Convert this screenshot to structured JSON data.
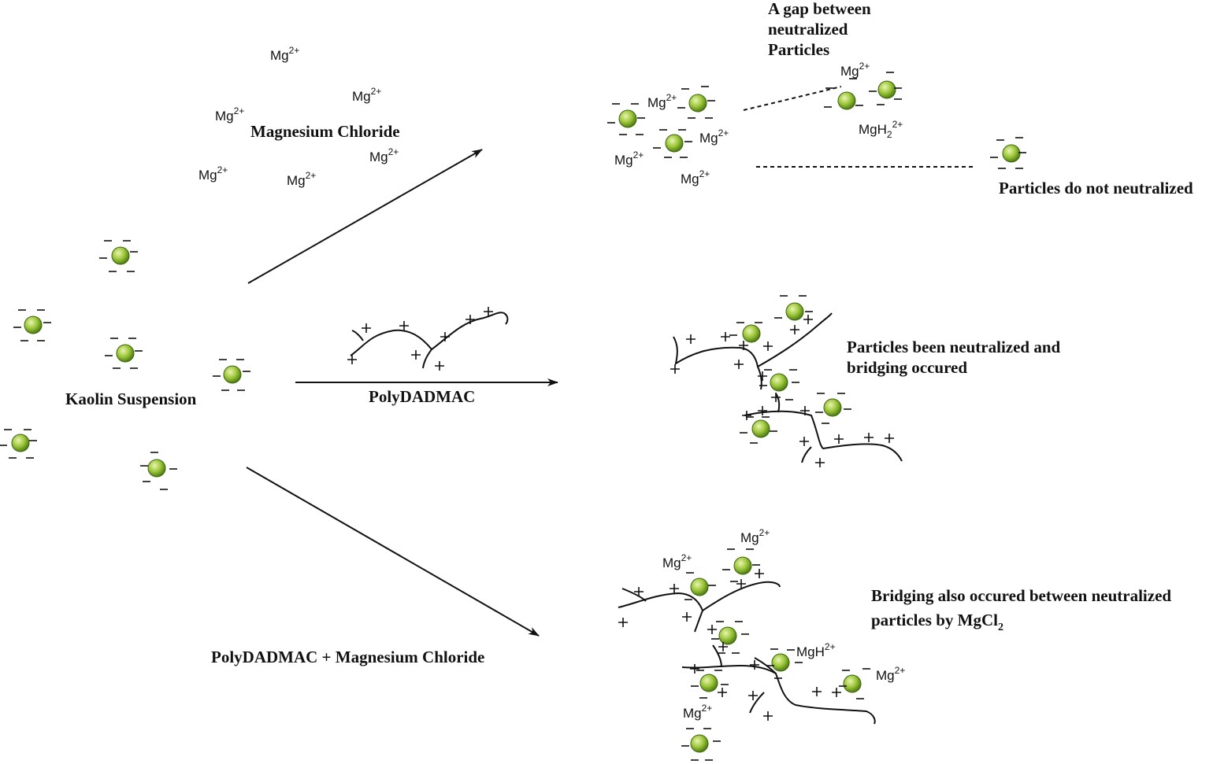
{
  "labels": {
    "kaolin": "Kaolin Suspension",
    "mgcl": "Magnesium Chloride",
    "poly": "PolyDADMAC",
    "polymg": "PolyDADMAC + Magnesium Chloride",
    "gap1": "A gap between",
    "gap2": "neutralized",
    "gap3": "Particles",
    "notneut": "Particles do not neutralized",
    "bridge1": "Particles been neutralized and",
    "bridge2": "bridging occured",
    "also1": "Bridging also occured between neutralized",
    "also2": "particles by MgCl",
    "also2sub": "2"
  },
  "ions": {
    "mg": "Mg",
    "mgh": "MgH",
    "two": "2",
    "charge": "2+"
  },
  "colors": {
    "particle_light": "#e9f5b0",
    "particle_mid": "#9cc63a",
    "particle_dark": "#4f7d12",
    "ink": "#111111"
  }
}
